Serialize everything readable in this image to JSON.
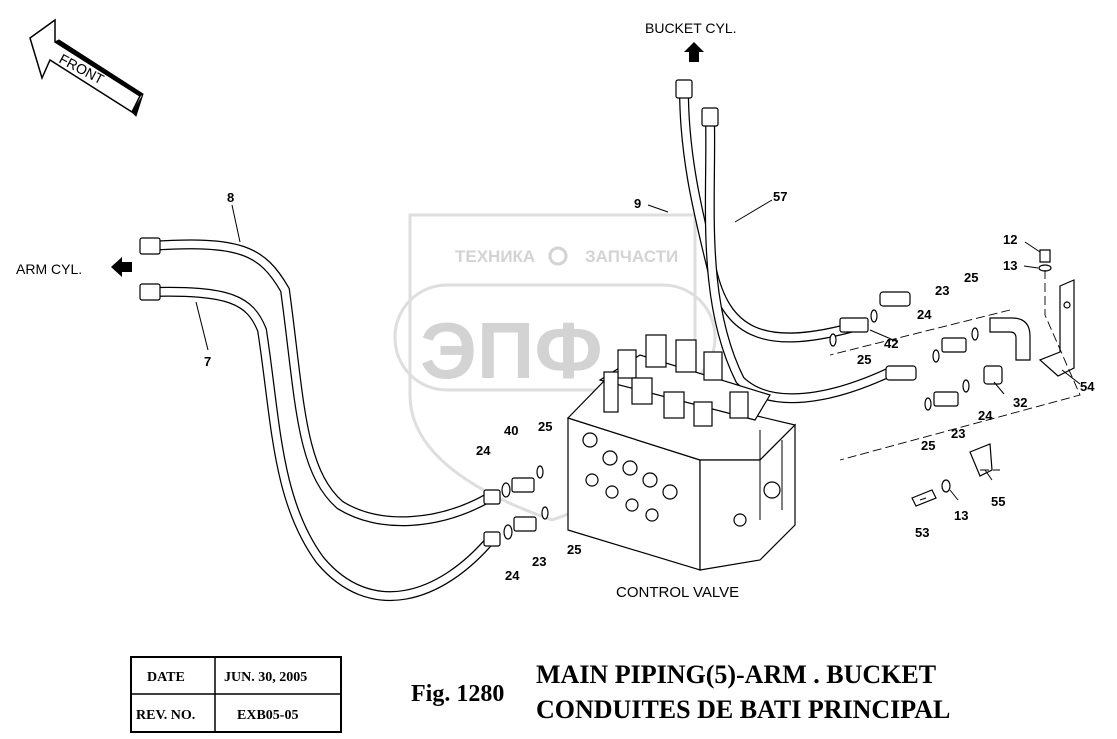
{
  "watermark": {
    "text_top_left": "ТЕХНИКА",
    "text_top_right": "ЗАПЧАСТИ",
    "logo": "ЭПФ"
  },
  "direction_label": "FRONT",
  "destinations": {
    "bucket_cyl": "BUCKET CYL.",
    "arm_cyl": "ARM CYL.",
    "control_valve": "CONTROL VALVE"
  },
  "callouts": {
    "c8": "8",
    "c7": "7",
    "c9": "9",
    "c57": "57",
    "c12": "12",
    "c13a": "13",
    "c25a": "25",
    "c23a": "23",
    "c24a": "24",
    "c42": "42",
    "c25b": "25",
    "c54": "54",
    "c32": "32",
    "c24b": "24",
    "c25c": "25",
    "c23b": "23",
    "c55": "55",
    "c53": "53",
    "c13b": "13",
    "c40": "40",
    "c25d": "25",
    "c24c": "24",
    "c25e": "25",
    "c24d": "24",
    "c23c": "23"
  },
  "info_table": {
    "date_label": "DATE",
    "date_value": "JUN. 30, 2005",
    "rev_label": "REV. NO.",
    "rev_value": "EXB05-05"
  },
  "figure": {
    "number": "Fig. 1280",
    "title_line1": "MAIN PIPING(5)-ARM . BUCKET",
    "title_line2": "CONDUITES DE BATI PRINCIPAL"
  },
  "colors": {
    "line": "#000000",
    "watermark": "#d3d3d3",
    "background": "#ffffff"
  }
}
